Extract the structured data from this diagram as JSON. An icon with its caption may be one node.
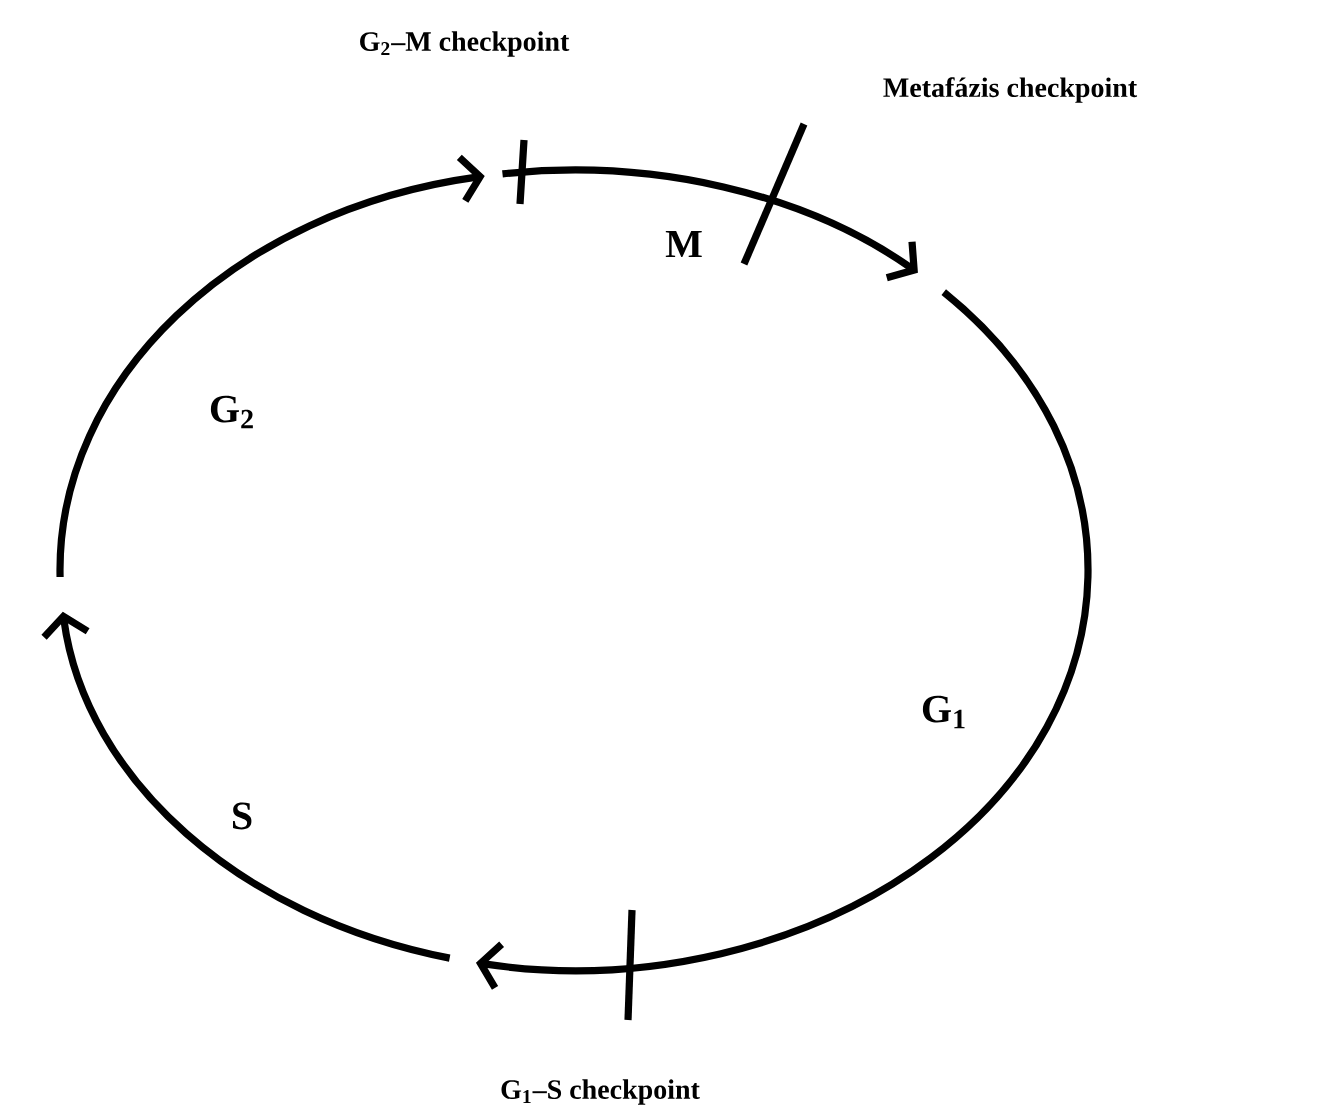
{
  "diagram": {
    "labels": [
      "G$_{2}$–M checkpoint",
      "Metafázis checkpoint",
      "M",
      "G$_{2}$",
      "G$_{1}$",
      "S",
      "G$_{1}$–S checkpoint"
    ]
  }
}
